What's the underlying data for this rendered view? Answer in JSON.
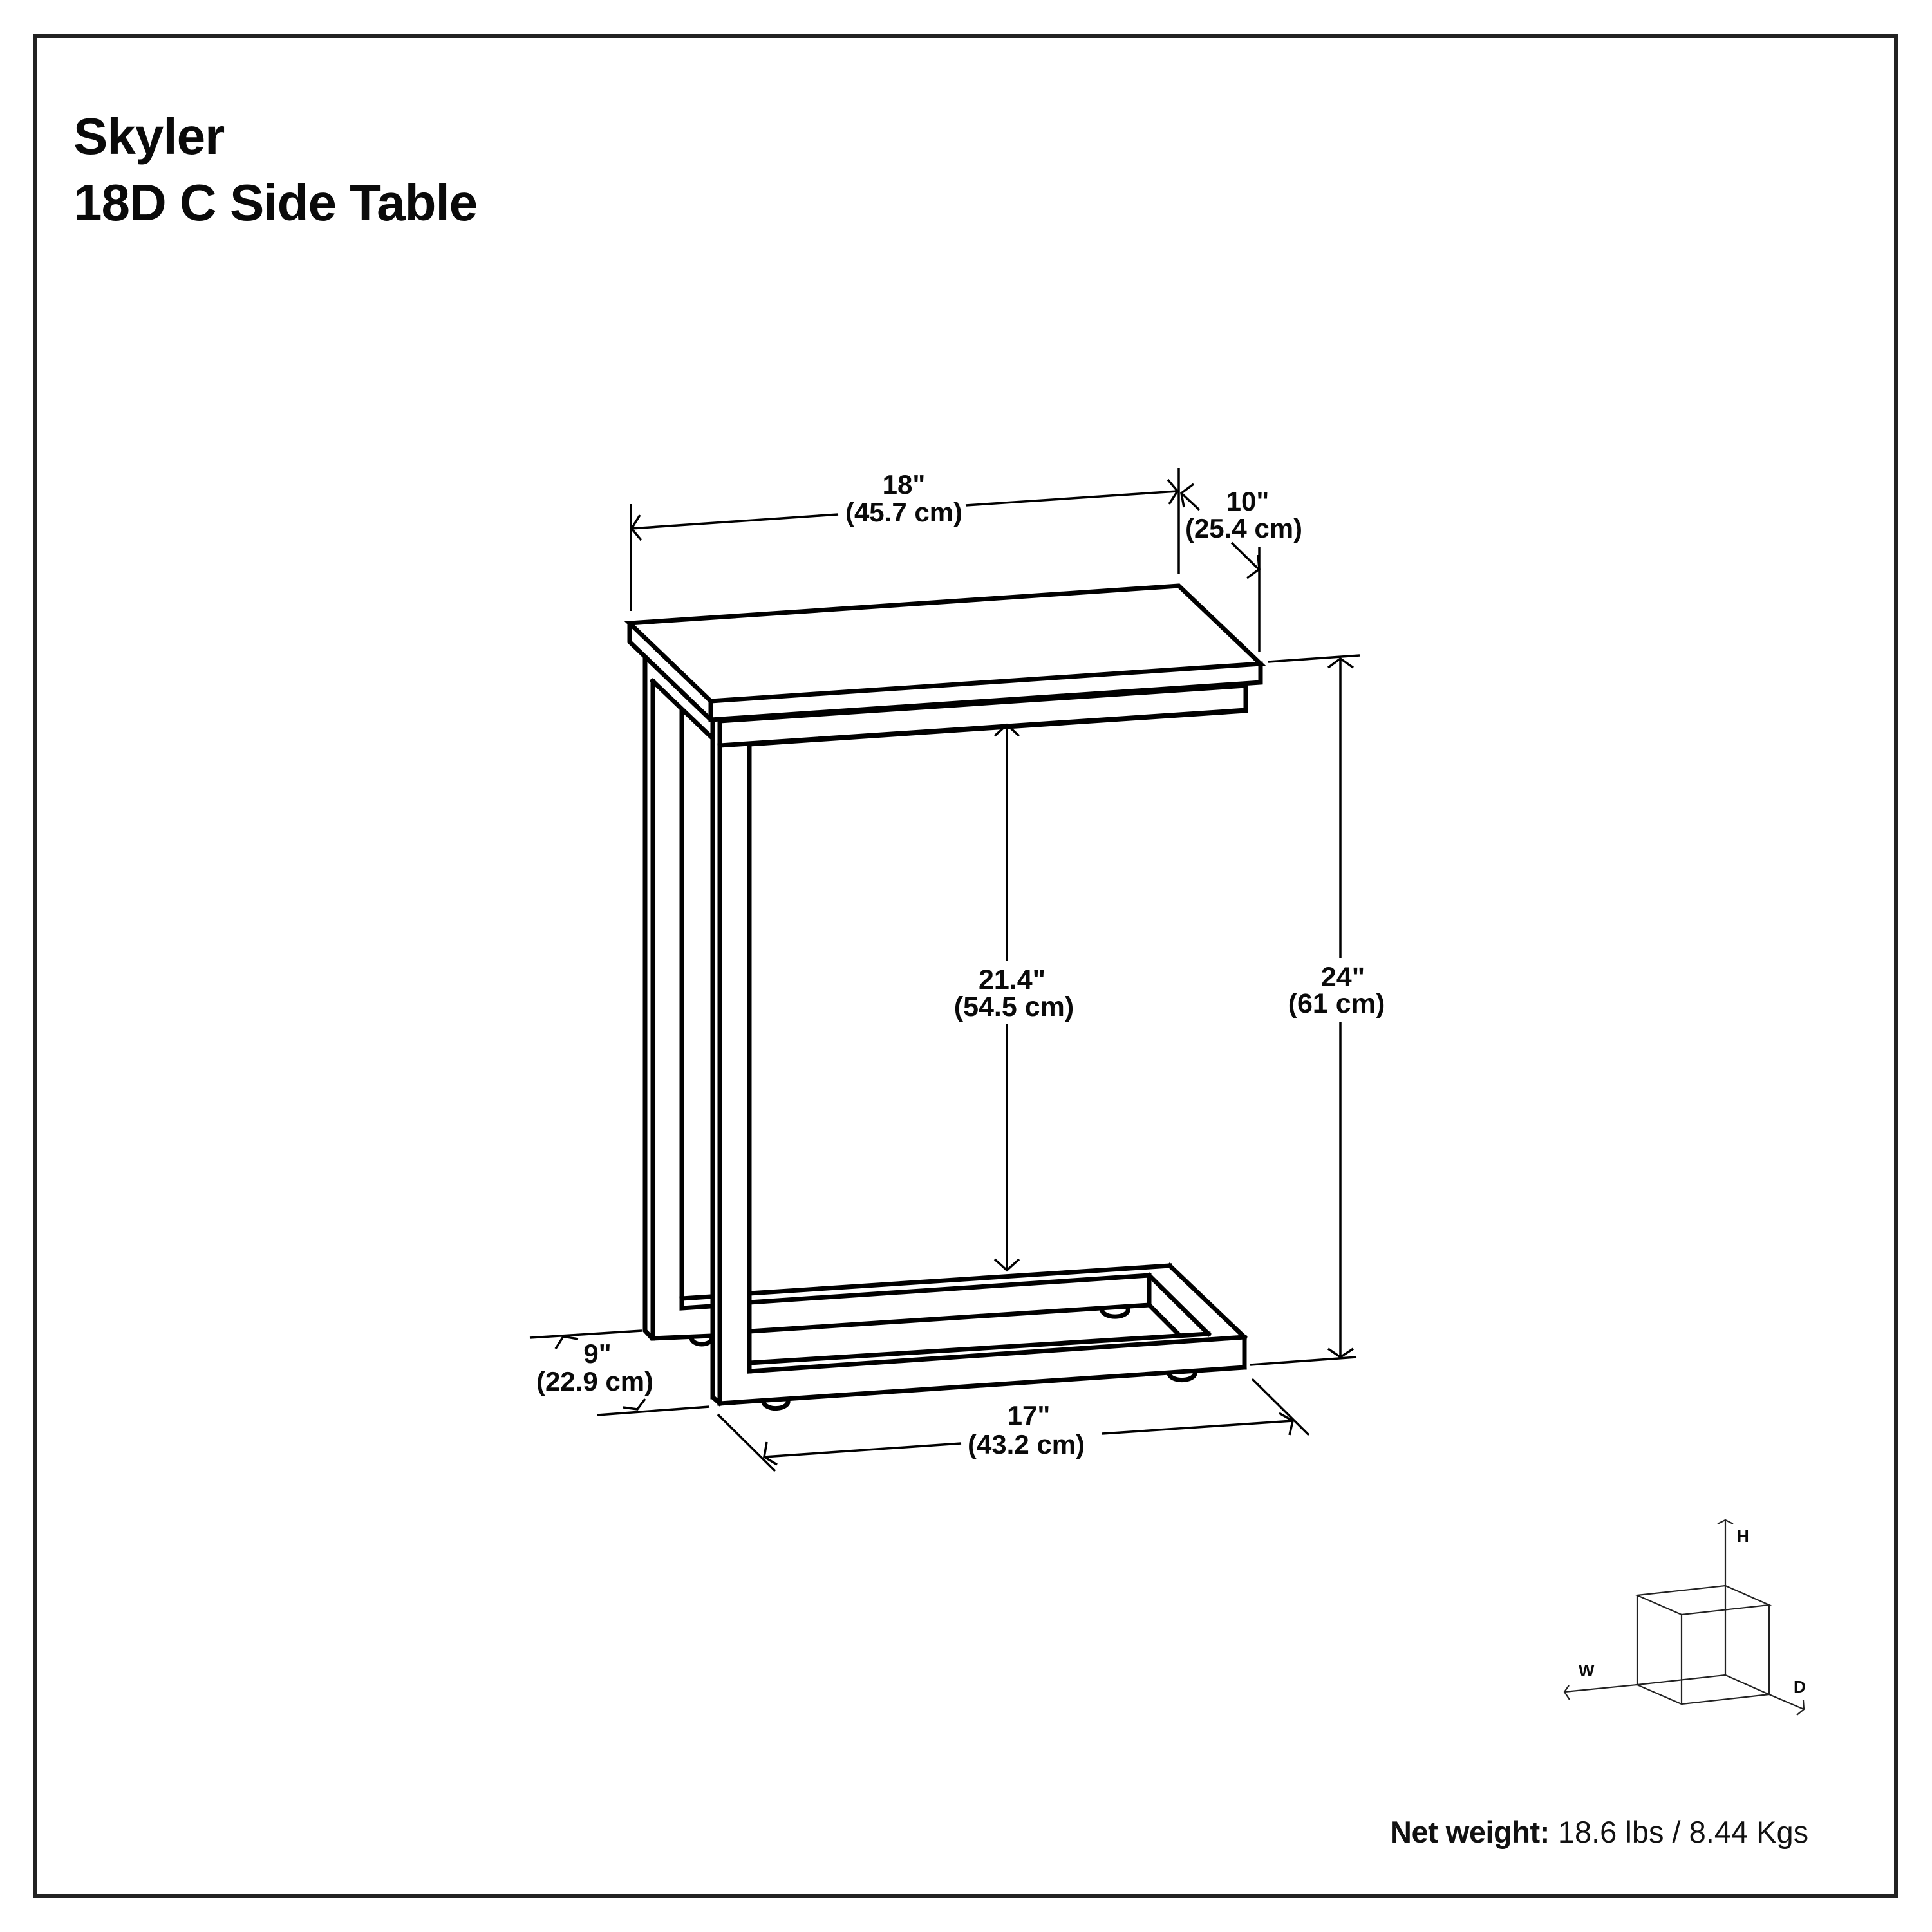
{
  "title": {
    "line1": "Skyler",
    "line2": "18D C Side Table"
  },
  "dimensions": {
    "width_top": {
      "imperial": "18\"",
      "metric": "(45.7 cm)"
    },
    "depth_top": {
      "imperial": "10\"",
      "metric": "(25.4 cm)"
    },
    "clearance_height": {
      "imperial": "21.4\"",
      "metric": "(54.5 cm)"
    },
    "overall_height": {
      "imperial": "24\"",
      "metric": "(61 cm)"
    },
    "base_depth": {
      "imperial": "9\"",
      "metric": "(22.9 cm)"
    },
    "base_width": {
      "imperial": "17\"",
      "metric": "(43.2 cm)"
    }
  },
  "axis_icon": {
    "h_label": "H",
    "w_label": "W",
    "d_label": "D"
  },
  "net_weight": {
    "label": "Net weight:",
    "value": "18.6 lbs / 8.44 Kgs"
  },
  "colors": {
    "line": "#000000",
    "frame": "#222222",
    "background": "#ffffff"
  }
}
